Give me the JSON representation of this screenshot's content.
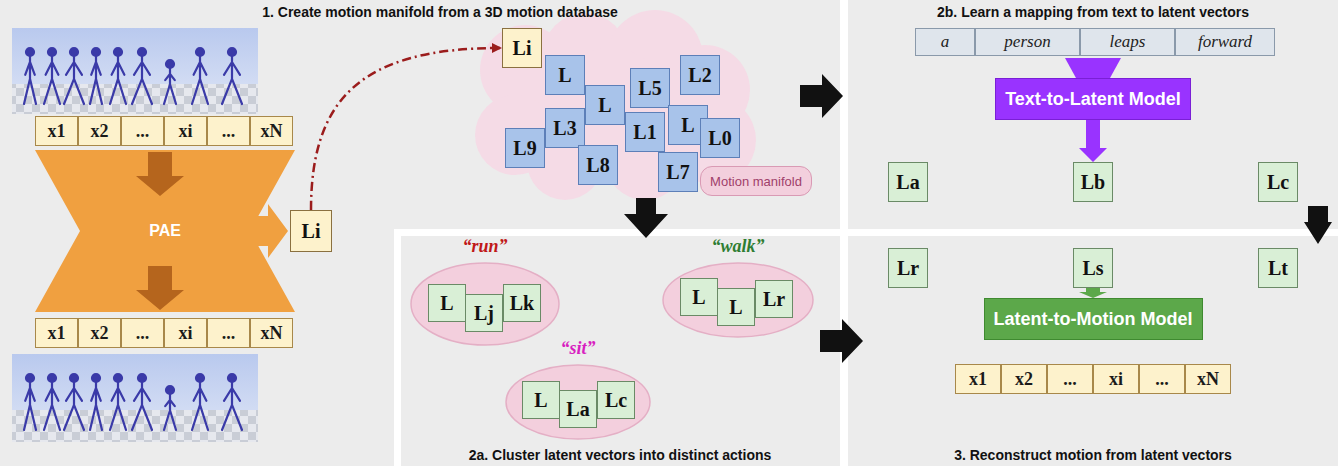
{
  "diagram": {
    "nodes": [
      {
        "text": [
          "x1"
        ]
      },
      {
        "text": [
          "x2"
        ]
      },
      {
        "text": [
          "..."
        ]
      },
      {
        "text": [
          "xi"
        ]
      },
      {
        "text": [
          "..."
        ]
      },
      {
        "text": [
          "xN"
        ]
      },
      {
        "text": [
          "PAE"
        ]
      },
      {
        "text": [
          "x1"
        ]
      },
      {
        "text": [
          "x2"
        ]
      },
      {
        "text": [
          "..."
        ]
      },
      {
        "text": [
          "xi"
        ]
      },
      {
        "text": [
          "..."
        ]
      },
      {
        "text": [
          "xN"
        ]
      },
      {
        "text": [
          "Li"
        ]
      },
      {
        "text": [
          "Li"
        ]
      },
      {
        "text": [
          "L"
        ]
      },
      {
        "text": [
          "L5"
        ]
      },
      {
        "text": [
          "L2"
        ]
      },
      {
        "text": [
          "L"
        ]
      },
      {
        "text": [
          "L3"
        ]
      },
      {
        "text": [
          "L1"
        ]
      },
      {
        "text": [
          "L"
        ]
      },
      {
        "text": [
          "L0"
        ]
      },
      {
        "text": [
          "L9"
        ]
      },
      {
        "text": [
          "L8"
        ]
      },
      {
        "text": [
          "L7"
        ]
      },
      {
        "text": [
          "Motion manifold"
        ]
      },
      {
        "text": [
          "a"
        ]
      },
      {
        "text": [
          "person"
        ]
      },
      {
        "text": [
          "leaps"
        ]
      },
      {
        "text": [
          "forward"
        ]
      },
      {
        "text": [
          "Text-to-Latent Model"
        ]
      },
      {
        "text": [
          "La"
        ]
      },
      {
        "text": [
          "Lb"
        ]
      },
      {
        "text": [
          "Lc"
        ]
      },
      {
        "text": [
          "“run”"
        ]
      },
      {
        "text": [
          "L"
        ],
        "in": 35
      },
      {
        "text": [
          "Lj"
        ],
        "in": 35
      },
      {
        "text": [
          "Lk"
        ],
        "in": 35
      },
      {
        "text": [
          "“walk”"
        ]
      },
      {
        "text": [
          "L"
        ],
        "in": 39
      },
      {
        "text": [
          "L"
        ],
        "in": 39
      },
      {
        "text": [
          "Lr"
        ],
        "in": 39
      },
      {
        "text": [
          "“sit”"
        ]
      },
      {
        "text": [
          "L"
        ],
        "in": 43
      },
      {
        "text": [
          "La"
        ],
        "in": 43
      },
      {
        "text": [
          "Lc"
        ],
        "in": 43
      },
      {
        "text": [
          "Lr"
        ]
      },
      {
        "text": [
          "Ls"
        ]
      },
      {
        "text": [
          "Lt"
        ]
      },
      {
        "text": [
          "Latent-to-Motion Model"
        ]
      },
      {
        "text": [
          "x1"
        ]
      },
      {
        "text": [
          "x2"
        ]
      },
      {
        "text": [
          "..."
        ]
      },
      {
        "text": [
          "xi"
        ]
      },
      {
        "text": [
          "..."
        ]
      },
      {
        "text": [
          "xN"
        ]
      }
    ],
    "edges": [
      {
        "from": 13,
        "to": 14,
        "arrow": "to"
      },
      {
        "from": 31,
        "to": 33,
        "arrow": "to"
      },
      {
        "from": 48,
        "to": 50,
        "arrow": "to"
      }
    ],
    "labels": [
      "1. Create motion manifold from a 3D motion database",
      "2b. Learn a mapping from text to latent vectors",
      "2a. Cluster latent vectors into distinct actions",
      "3. Reconstruct motion from latent vectors"
    ]
  }
}
